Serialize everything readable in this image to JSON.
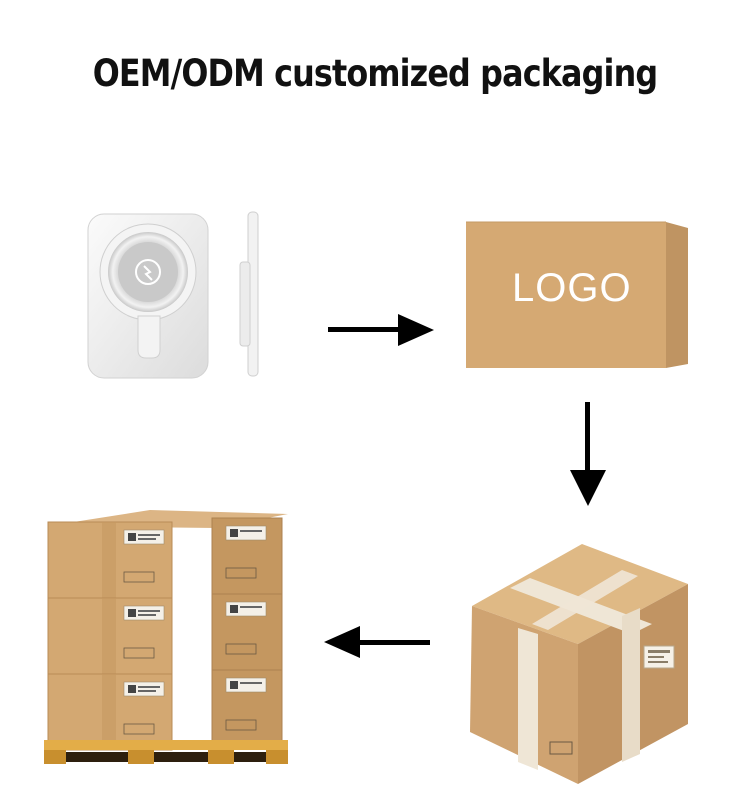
{
  "title": "OEM/ODM customized packaging",
  "box": {
    "logo_text": "LOGO"
  },
  "icons": {
    "product": "wireless-power-bank",
    "branded_box": "logo-box",
    "sealed_box": "taped-shipping-box",
    "pallet": "palletized-cartons",
    "arrows": [
      "arrow-right",
      "arrow-down",
      "arrow-left"
    ]
  },
  "colors": {
    "cardboard": "#d3a872",
    "tape": "#efe6d6",
    "text": "#111111"
  }
}
